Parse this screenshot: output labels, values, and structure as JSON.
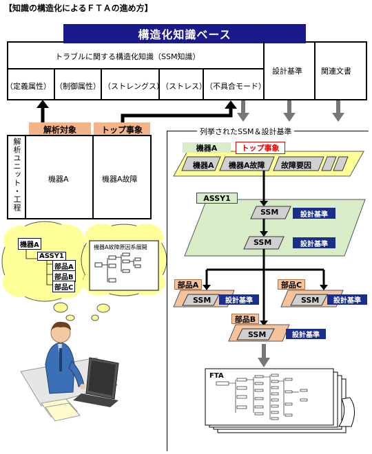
{
  "title": "【知識の構造化によるＦＴＡの進め方】",
  "knowledge_base": {
    "banner": "構造化知識ベース",
    "ssm_header": "トラブルに関する構造化知識（SSM知識）",
    "design_standard": "設計基準",
    "related_docs": "関連文書",
    "attributes": [
      "（定義属性）",
      "（制御属性）",
      "（ストレングス）",
      "（ストレス）",
      "（不具合モード）"
    ]
  },
  "analysis": {
    "target_label": "解析対象",
    "top_event_label": "トップ事象",
    "unit_label": "解析ユニット・工程",
    "device": "機器A",
    "failure": "機器A故障"
  },
  "listed": {
    "title": "列挙されたSSM＆設計基準",
    "device_tag": "機器A",
    "top_event_tag": "トップ事象",
    "chain": [
      "機器A",
      "機器A故障",
      "故障要因"
    ],
    "assy_tag": "ASSY1",
    "ssm": "SSM",
    "design_standard": "設計基準",
    "parts": [
      "部品A",
      "部品C",
      "部品B"
    ],
    "fta_label": "FTA"
  },
  "tree_bubble": {
    "root": "機器A",
    "assy": "ASSY1",
    "parts": [
      "部品A",
      "部品B",
      "部品C"
    ]
  },
  "thought_bubble": {
    "title": "機器A故障原因系展開"
  },
  "colors": {
    "banner": "#1a1a8c",
    "orange_tag": "#f4b48a",
    "yellow": "#ffff99",
    "green": "#d8ecc8",
    "peach": "#f4c39c",
    "blue_tag": "#1a2f8c",
    "gray_arrow": "#777777",
    "red_text": "#e00000"
  }
}
